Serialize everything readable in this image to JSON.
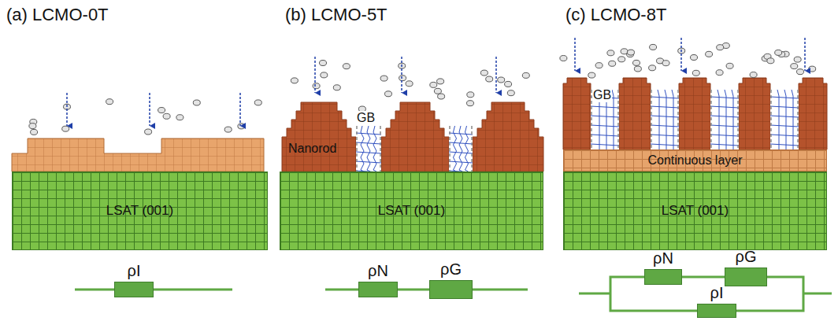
{
  "diagram": {
    "nodes": [
      {
        "text": [
          "LSAT (001)"
        ]
      },
      {
        "text": [
          "ρI"
        ]
      },
      {
        "text": [
          "LSAT (001)"
        ]
      },
      {
        "text": [
          "ρN"
        ]
      },
      {
        "text": [
          "ρG"
        ]
      },
      {
        "text": [
          "Continuous layer"
        ]
      },
      {
        "text": [
          "LSAT (001)"
        ]
      },
      {
        "text": [
          "ρN"
        ]
      },
      {
        "text": [
          "ρG"
        ]
      },
      {
        "text": [
          "ρI"
        ]
      }
    ],
    "edges": [
      {
        "from": 3,
        "to": 4,
        "arrow": "none"
      },
      {
        "from": 7,
        "to": 8,
        "arrow": "none"
      },
      {
        "from": 7,
        "to": 9,
        "arrow": "none"
      },
      {
        "from": 8,
        "to": 9,
        "arrow": "none"
      }
    ],
    "labels": [
      "(a) LCMO-0T",
      "(b) LCMO-5T",
      "(c) LCMO-8T",
      "GB",
      "Nanorod",
      "GB"
    ]
  }
}
